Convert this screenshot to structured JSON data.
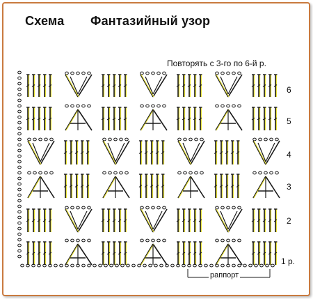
{
  "title_left": "Схема",
  "title_right": "Фантазийный узор",
  "repeat_note": "Повторять с 3-го по 6-й р.",
  "row_labels": [
    "6",
    "5",
    "4",
    "3",
    "2",
    "1 р."
  ],
  "rapport_label": "раппорт",
  "colors": {
    "frame": "#c97a3f",
    "stitch": "#1a1a1a",
    "accent": "#e8e23a"
  },
  "rows": [
    {
      "name": "6",
      "pattern": [
        "stitches",
        "v-shell",
        "stitches",
        "v-shell",
        "stitches",
        "v-shell",
        "stitches"
      ]
    },
    {
      "name": "5",
      "pattern": [
        "stitches",
        "a-cluster",
        "stitches",
        "a-cluster",
        "stitches",
        "a-cluster",
        "stitches"
      ]
    },
    {
      "name": "4",
      "pattern": [
        "v-shell",
        "stitches",
        "v-shell",
        "stitches",
        "v-shell",
        "stitches",
        "v-shell"
      ]
    },
    {
      "name": "3",
      "pattern": [
        "a-cluster",
        "stitches",
        "a-cluster",
        "stitches",
        "a-cluster",
        "stitches",
        "a-cluster"
      ]
    },
    {
      "name": "2",
      "pattern": [
        "stitches",
        "v-shell",
        "stitches",
        "v-shell",
        "stitches",
        "v-shell",
        "stitches"
      ]
    },
    {
      "name": "1",
      "pattern": [
        "stitches",
        "a-cluster",
        "stitches",
        "a-cluster",
        "stitches",
        "a-cluster",
        "stitches"
      ]
    }
  ]
}
